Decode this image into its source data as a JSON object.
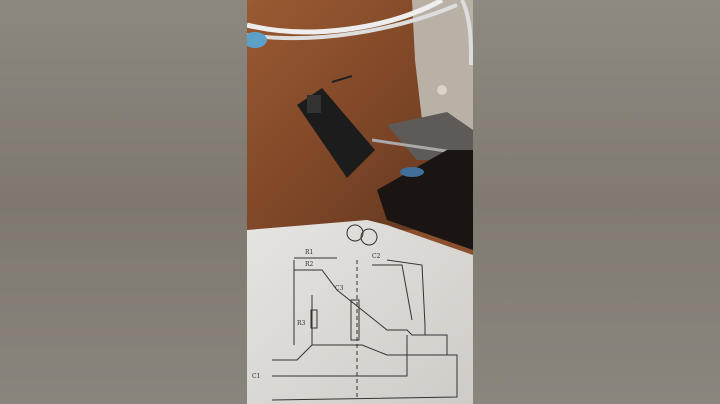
{
  "scene": {
    "description_labels": {
      "r1": "R1",
      "r2": "R2",
      "r3": "R3",
      "c1": "C1",
      "c2": "C2",
      "c3": "C3"
    }
  }
}
